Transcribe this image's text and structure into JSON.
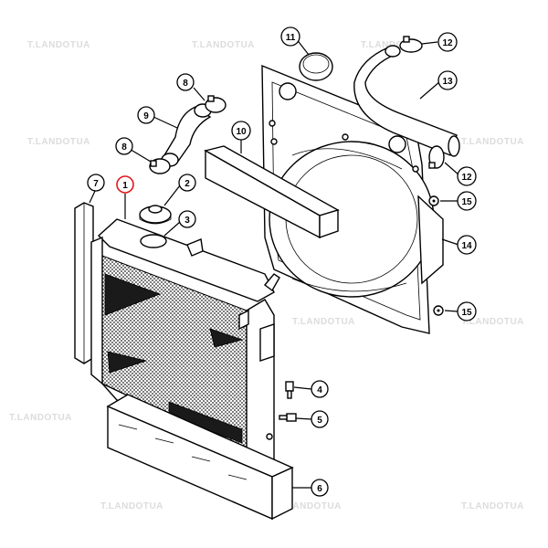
{
  "diagram": {
    "watermark": "T.LANDOTUA",
    "callouts": [
      {
        "id": "c1",
        "label": "1",
        "highlighted": true
      },
      {
        "id": "c2",
        "label": "2"
      },
      {
        "id": "c3",
        "label": "3"
      },
      {
        "id": "c4",
        "label": "4"
      },
      {
        "id": "c5",
        "label": "5"
      },
      {
        "id": "c6",
        "label": "6"
      },
      {
        "id": "c7",
        "label": "7"
      },
      {
        "id": "c8a",
        "label": "8"
      },
      {
        "id": "c8b",
        "label": "8"
      },
      {
        "id": "c9",
        "label": "9"
      },
      {
        "id": "c10",
        "label": "10"
      },
      {
        "id": "c11",
        "label": "11"
      },
      {
        "id": "c12a",
        "label": "12"
      },
      {
        "id": "c12b",
        "label": "12"
      },
      {
        "id": "c13",
        "label": "13"
      },
      {
        "id": "c14",
        "label": "14"
      },
      {
        "id": "c15a",
        "label": "15"
      },
      {
        "id": "c15b",
        "label": "15"
      }
    ],
    "colors": {
      "line": "#000000",
      "highlight": "#e0191f",
      "watermark": "#dcdcdc"
    }
  }
}
